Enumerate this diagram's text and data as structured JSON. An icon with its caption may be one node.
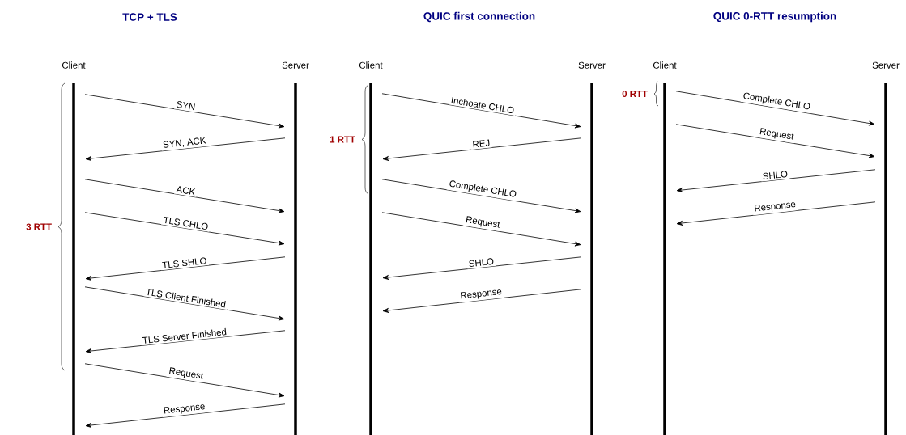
{
  "diagram": {
    "nodes": [
      {
        "text": [
          "Client"
        ]
      },
      {
        "text": [
          "Server"
        ]
      },
      {
        "text": [
          "Client"
        ]
      },
      {
        "text": [
          "Server"
        ]
      },
      {
        "text": [
          "Client"
        ]
      },
      {
        "text": [
          "Server"
        ]
      }
    ],
    "edges": [
      {
        "from": 0,
        "to": 1,
        "arrow": "to",
        "label": "SYN"
      },
      {
        "from": 1,
        "to": 0,
        "arrow": "to",
        "label": "SYN, ACK"
      },
      {
        "from": 0,
        "to": 1,
        "arrow": "to",
        "label": "ACK"
      },
      {
        "from": 0,
        "to": 1,
        "arrow": "to",
        "label": "TLS CHLO"
      },
      {
        "from": 1,
        "to": 0,
        "arrow": "to",
        "label": "TLS SHLO"
      },
      {
        "from": 0,
        "to": 1,
        "arrow": "to",
        "label": "TLS Client Finished"
      },
      {
        "from": 1,
        "to": 0,
        "arrow": "to",
        "label": "TLS Server Finished"
      },
      {
        "from": 0,
        "to": 1,
        "arrow": "to",
        "label": "Request"
      },
      {
        "from": 1,
        "to": 0,
        "arrow": "to",
        "label": "Response"
      },
      {
        "from": 2,
        "to": 3,
        "arrow": "to",
        "label": "Inchoate CHLO"
      },
      {
        "from": 3,
        "to": 2,
        "arrow": "to",
        "label": "REJ"
      },
      {
        "from": 2,
        "to": 3,
        "arrow": "to",
        "label": "Complete CHLO"
      },
      {
        "from": 2,
        "to": 3,
        "arrow": "to",
        "label": "Request"
      },
      {
        "from": 3,
        "to": 2,
        "arrow": "to",
        "label": "SHLO"
      },
      {
        "from": 3,
        "to": 2,
        "arrow": "to",
        "label": "Response"
      },
      {
        "from": 4,
        "to": 5,
        "arrow": "to",
        "label": "Complete CHLO"
      },
      {
        "from": 4,
        "to": 5,
        "arrow": "to",
        "label": "Request"
      },
      {
        "from": 5,
        "to": 4,
        "arrow": "to",
        "label": "SHLO"
      },
      {
        "from": 5,
        "to": 4,
        "arrow": "to",
        "label": "Response"
      }
    ],
    "labels": [
      "TCP + TLS",
      "QUIC first connection",
      "QUIC 0-RTT resumption",
      "3 RTT",
      "1 RTT",
      "0 RTT"
    ]
  }
}
